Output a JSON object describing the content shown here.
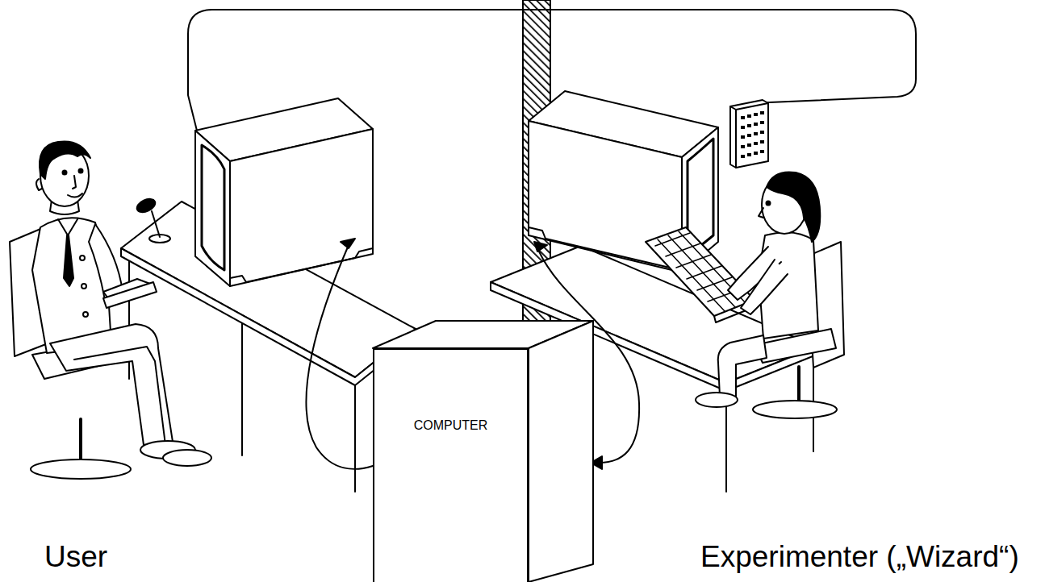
{
  "diagram": {
    "nodes": [
      {
        "text": [
          "COMPUTER"
        ]
      }
    ],
    "labels": [
      "User",
      "Experimenter („Wizard“)"
    ]
  }
}
